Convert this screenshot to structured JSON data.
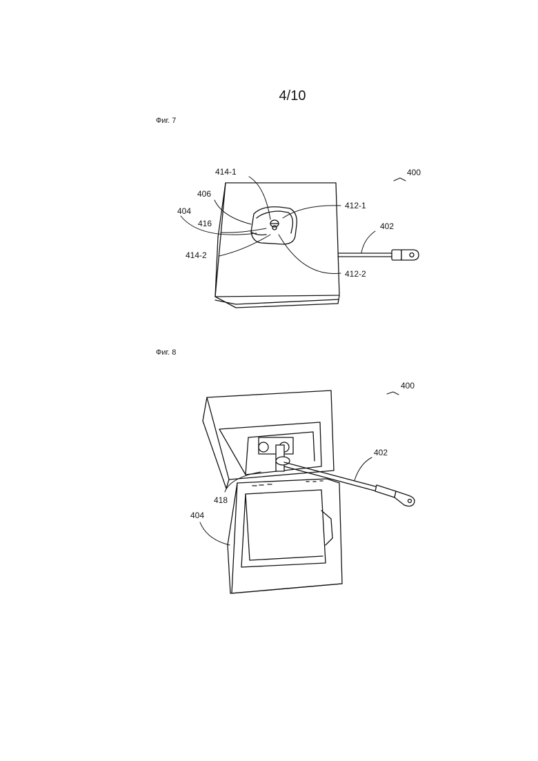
{
  "page_number": "4/10",
  "figures": [
    {
      "title": "Фиг. 7",
      "labels": {
        "assembly": "400",
        "cable": "402",
        "box": "404",
        "cavity": "406",
        "contact_1": "412-1",
        "contact_2": "412-2",
        "pin_1": "414-1",
        "pin_2": "414-2",
        "center": "416"
      }
    },
    {
      "title": "Фиг. 8",
      "labels": {
        "assembly": "400",
        "cable": "402",
        "box": "404",
        "hinge": "418"
      }
    }
  ]
}
